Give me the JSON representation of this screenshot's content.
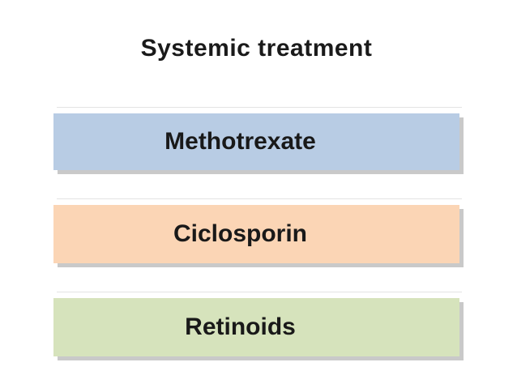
{
  "slide": {
    "title": "Systemic treatment",
    "background": "#ffffff",
    "text_color": "#1a1a1a",
    "shadow_color": "#c9c9c9",
    "boxes": [
      {
        "label": "Methotrexate",
        "color": "#b8cce4"
      },
      {
        "label": "Ciclosporin",
        "color": "#fbd5b5"
      },
      {
        "label": "Retinoids",
        "color": "#d6e3bc"
      }
    ]
  }
}
